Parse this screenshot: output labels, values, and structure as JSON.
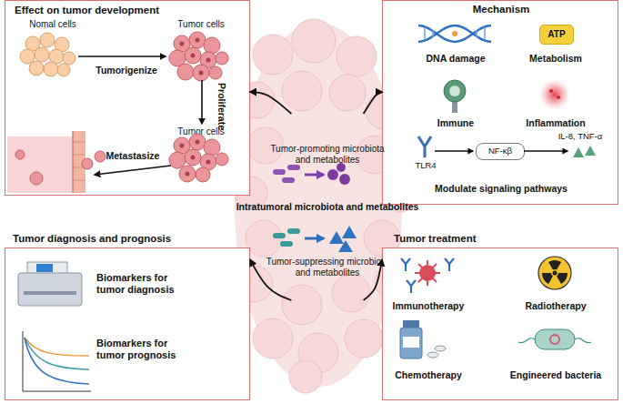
{
  "diagram": {
    "nodes": [
      {
        "text": [
          "Effect on tumor development",
          "Nomal cells",
          "Tumor cells",
          "Tumorigenize",
          "Proliferate",
          "Tumor cells",
          "Metastasize"
        ]
      },
      {
        "text": [
          "Mechanism",
          "DNA damage",
          "Metabolism",
          "Immune",
          "Inflammation",
          "TLR4",
          "IL-8, TNF-α",
          "Modulate signaling pathways"
        ]
      },
      {
        "text": [
          "ATP"
        ],
        "in": 1
      },
      {
        "text": [
          "NF-κβ"
        ],
        "in": 1
      },
      {
        "text": [
          "Tumor-promoting microbiota and metabolites",
          "Intratumoral microbiota and metabolites",
          "Tumor-suppressing microbiota and metabolites"
        ]
      },
      {
        "text": [
          "Tumor diagnosis and prognosis",
          "Biomarkers for tumor diagnosis",
          "Biomarkers for tumor prognosis"
        ]
      },
      {
        "text": [
          "Tumor treatment",
          "Immunotherapy",
          "Radiotherapy",
          "Chemotherapy",
          "Engineered bacteria"
        ]
      }
    ],
    "edges": [
      {
        "from": 4,
        "to": 0,
        "arrow": "to"
      },
      {
        "from": 4,
        "to": 1,
        "arrow": "to"
      },
      {
        "from": 4,
        "to": 5,
        "arrow": "to"
      },
      {
        "from": 4,
        "to": 6,
        "arrow": "to"
      }
    ]
  }
}
